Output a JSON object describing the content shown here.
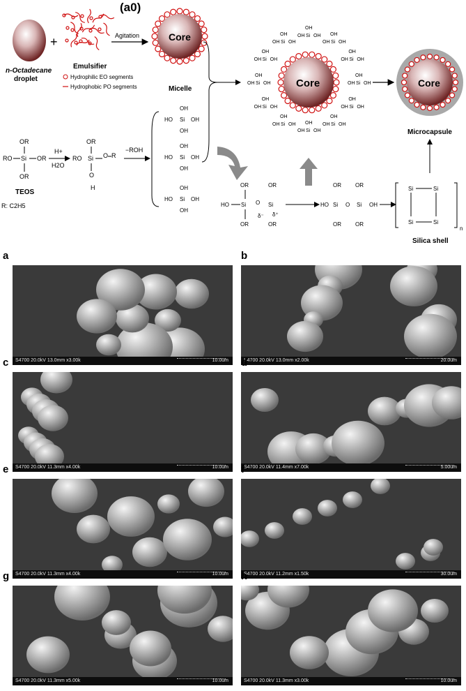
{
  "scheme": {
    "panel_label": "(a0)",
    "droplet_label_1": "n-Octadecane",
    "droplet_label_2": "droplet",
    "plus": "+",
    "emulsifier_label": "Emulsifier",
    "legend_eo": "Hydrophilic EO segments",
    "legend_po": "Hydrophobic PO segments",
    "agitation_label": "Agitation",
    "core_label": "Core",
    "micelle_label": "Micelle",
    "microcapsule_label": "Microcapsule",
    "silica_shell_label": "Silica shell",
    "teos_label": "TEOS",
    "r_definition": "R: C2H5",
    "h_plus": "H+",
    "h2o": "H2O",
    "minus_roh": "−ROH",
    "silanol_group": "OH",
    "si_label": "Si",
    "or_label": "OR",
    "ro_label": "RO",
    "oh_label": "HO",
    "n_subscript": "n",
    "delta_minus": "δ⁻",
    "delta_plus": "δ⁺"
  },
  "sem_panels": [
    {
      "label": "a",
      "info": "S4700 20.0kV 13.0mm x3.00k",
      "scale": "10.0um"
    },
    {
      "label": "b",
      "info": "S4700 20.0kV 13.0mm x2.00k",
      "scale": "20.0um"
    },
    {
      "label": "c",
      "info": "S4700 20.0kV 11.3mm x4.00k",
      "scale": "10.0um"
    },
    {
      "label": "d",
      "info": "S4700 20.0kV 11.4mm x7.00k",
      "scale": "5.00um"
    },
    {
      "label": "e",
      "info": "S4700 20.0kV 11.3mm x4.00k",
      "scale": "10.0um"
    },
    {
      "label": "f",
      "info": "S4700 20.0kV 11.2mm x1.50k",
      "scale": "30.0um"
    },
    {
      "label": "g",
      "info": "S4700 20.0kV 11.3mm x5.00k",
      "scale": "10.0um"
    },
    {
      "label": "h",
      "info": "S4700 20.0kV 11.3mm x3.00k",
      "scale": "10.0um"
    }
  ]
}
